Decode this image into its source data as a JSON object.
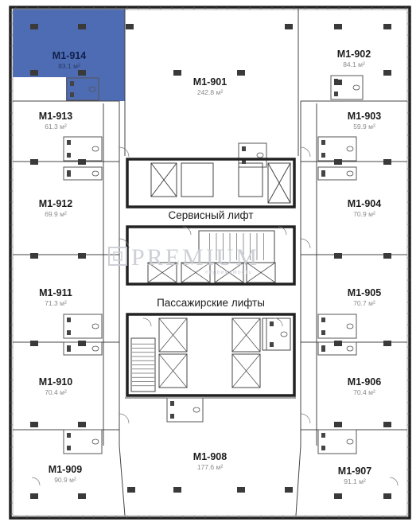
{
  "selected_unit": "M1-914",
  "colors": {
    "selected_fill": "#3f5fae",
    "wall": "#222222",
    "column": "#3a3a3a",
    "watermark": "#c9ccd3"
  },
  "units": [
    {
      "id": "M1-914",
      "area": "83.1 м²",
      "selected": true
    },
    {
      "id": "M1-913",
      "area": "61.3 м²"
    },
    {
      "id": "M1-912",
      "area": "69.9 м²"
    },
    {
      "id": "M1-911",
      "area": "71.3 м²"
    },
    {
      "id": "M1-910",
      "area": "70.4 м²"
    },
    {
      "id": "M1-909",
      "area": "90.9 м²"
    },
    {
      "id": "M1-901",
      "area": "242.8 м²"
    },
    {
      "id": "M1-908",
      "area": "177.6 м²"
    },
    {
      "id": "M1-902",
      "area": "84.1 м²"
    },
    {
      "id": "M1-903",
      "area": "59.9 м²"
    },
    {
      "id": "M1-904",
      "area": "70.9 м²"
    },
    {
      "id": "M1-905",
      "area": "70.7 м²"
    },
    {
      "id": "M1-906",
      "area": "70.4 м²"
    },
    {
      "id": "M1-907",
      "area": "91.1 м²"
    }
  ],
  "labels": {
    "service_lift": "Сервисный лифт",
    "passenger_lifts": "Пассажирские лифты"
  },
  "watermark": {
    "brand": "PREMIUM",
    "tagline": "недвижимость"
  }
}
